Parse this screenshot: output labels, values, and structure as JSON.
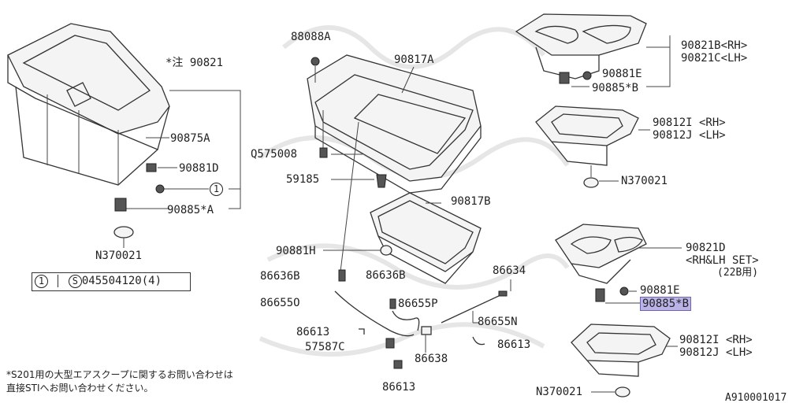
{
  "labels": {
    "p88088A": "88088A",
    "p90817A": "90817A",
    "note90821": "*注 90821",
    "p90875A": "90875A",
    "p90881D": "90881D",
    "ref1": "1",
    "p90885A": "90885*A",
    "pN370021_left": "N370021",
    "pQ575008": "Q575008",
    "p59185": "59185",
    "p90817B": "90817B",
    "p90881H": "90881H",
    "p86636B_left": "86636B",
    "p86636B_mid": "86636B",
    "p86634": "86634",
    "p86655O": "86655O",
    "p86655P": "86655P",
    "p86655N": "86655N",
    "p86613_left": "86613",
    "p57587C": "57587C",
    "p86638": "86638",
    "p86613_right": "86613",
    "p86613_bottom": "86613",
    "p90821B": "90821B<RH>",
    "p90821C": "90821C<LH>",
    "p90881E_top": "90881E",
    "p90885B_top": "90885*B",
    "p90812I_top": "90812I <RH>",
    "p90812J_top": "90812J <LH>",
    "pN370021_right": "N370021",
    "p90821D": "90821D",
    "set_note": "<RH&LH SET>",
    "year_note": "(22B用)",
    "p90881E_bottom": "90881E",
    "p90885B_bottom": "90885*B",
    "p90812I_bottom": "90812I <RH>",
    "p90812J_bottom": "90812J <LH>",
    "pN370021_bottom": "N370021"
  },
  "legend": {
    "ref": "1",
    "symbol": "S",
    "part": "045504120(4)"
  },
  "footnote": {
    "line1": "*S201用の大型エアスクープに関するお問い合わせは",
    "line2": "直接STIへお問い合わせください。"
  },
  "diagram_id": "A910001017",
  "highlight_color": "#b9b3e8"
}
